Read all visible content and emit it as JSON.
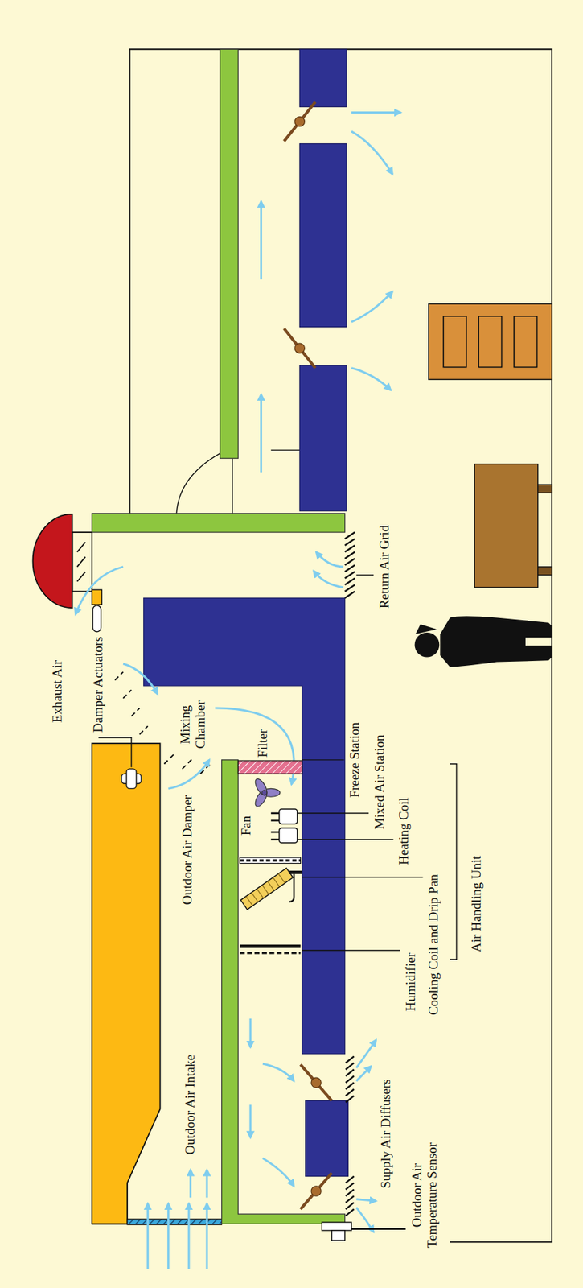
{
  "diagram": {
    "labels": [
      "Return Air Grid",
      "Exhaust Air",
      "Damper Actuators",
      "Mixing Chamber",
      "Filter",
      "Freeze Station",
      "Mixed Air Station",
      "Fan",
      "Heating Coil",
      "Outdoor Air Damper",
      "Cooling Coil and Drip Pan",
      "Humidifier",
      "Air Handling Unit",
      "Outdoor Air Intake",
      "Supply Air Diffusers",
      "Outdoor Air Temperature Sensor"
    ]
  }
}
